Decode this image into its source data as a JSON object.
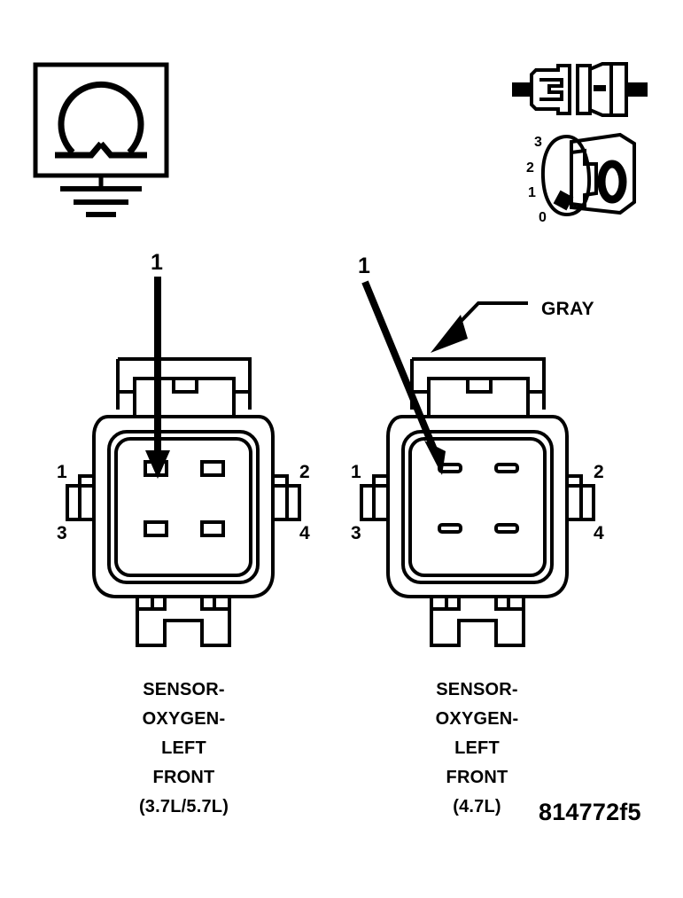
{
  "figure": {
    "id_label": "814772f5",
    "kind": "automotive-wiring-connector-diagram"
  },
  "instrument": {
    "name": "ohmmeter-symbol",
    "symbol": "Ω",
    "ground_symbol": "earth-ground"
  },
  "probe": {
    "name": "test-probe-connector",
    "description": "two-piece-inline-connector"
  },
  "terminal_dial": {
    "name": "terminal-pin-gauge",
    "scale_labels": [
      "3",
      "2",
      "1",
      "0"
    ],
    "face_label": "0"
  },
  "connectors": [
    {
      "id": "left",
      "callout": "1",
      "pins": {
        "top_left": "1",
        "top_right": "2",
        "bottom_left": "3",
        "bottom_right": "4"
      },
      "caption_lines": [
        "SENSOR-",
        "OXYGEN-",
        "LEFT",
        "FRONT",
        "(3.7L/5.7L)"
      ],
      "engine": "(3.7L/5.7L)",
      "wire_color": null
    },
    {
      "id": "right",
      "callout": "1",
      "pins": {
        "top_left": "1",
        "top_right": "2",
        "bottom_left": "3",
        "bottom_right": "4"
      },
      "caption_lines": [
        "SENSOR-",
        "OXYGEN-",
        "LEFT",
        "FRONT",
        "(4.7L)"
      ],
      "engine": "(4.7L)",
      "wire_color": "GRAY"
    }
  ],
  "colors": {
    "ink": "#000000",
    "paper": "#ffffff"
  }
}
